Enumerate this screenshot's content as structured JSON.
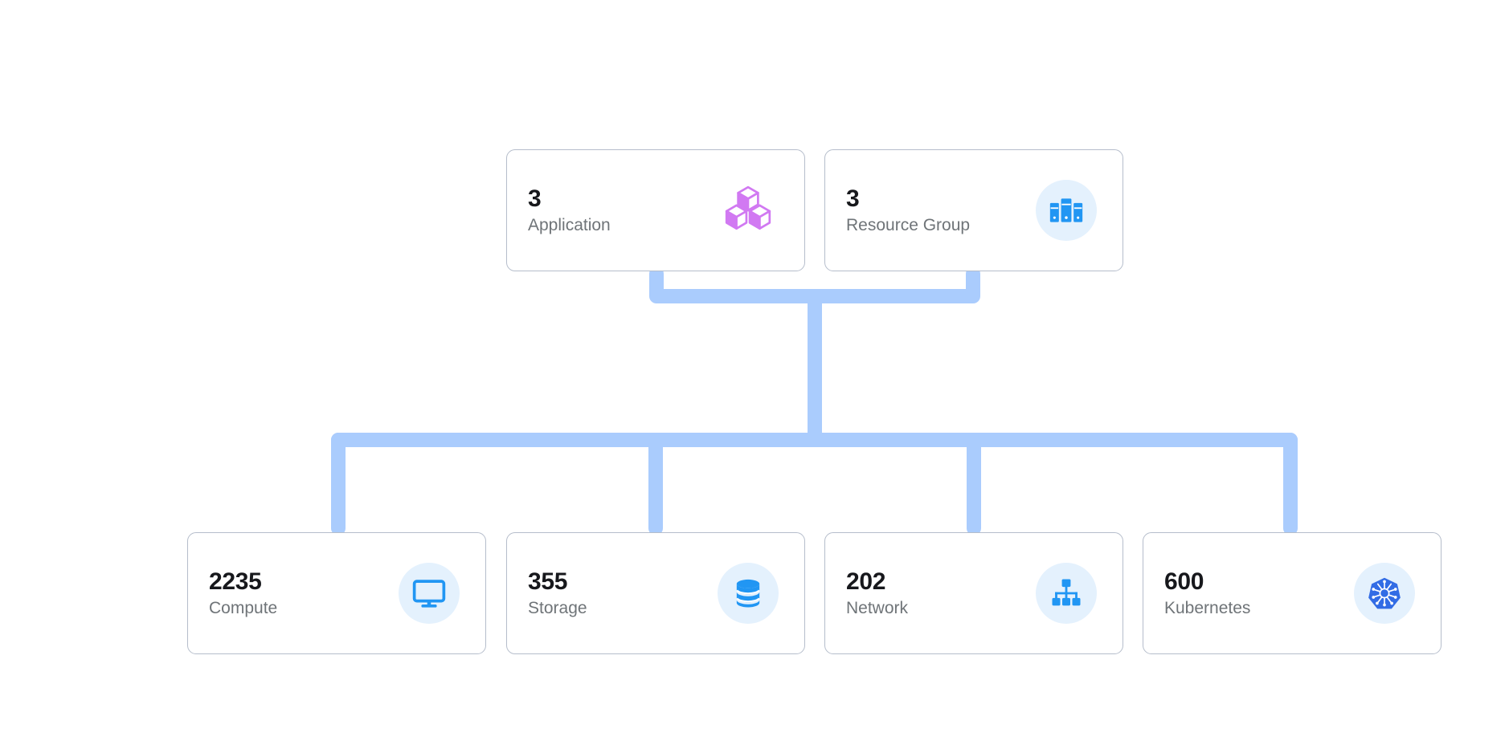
{
  "diagram": {
    "type": "hierarchy-tree",
    "connector_color": "#aaccfd",
    "card_border_color": "#b5bdcb",
    "card_background": "#ffffff",
    "icon_circle_color": "#e4f1fd",
    "value_color": "#17181c",
    "label_color": "#6f7478",
    "levels": [
      {
        "level": 1,
        "cards": [
          {
            "value": "3",
            "label": "Application",
            "icon": "cubes-icon",
            "icon_color": "#d179f2",
            "icon_circle": false
          },
          {
            "value": "3",
            "label": "Resource Group",
            "icon": "server-rack-icon",
            "icon_color": "#2196f3",
            "icon_circle": true
          }
        ]
      },
      {
        "level": 2,
        "cards": [
          {
            "value": "2235",
            "label": "Compute",
            "icon": "monitor-icon",
            "icon_color": "#2196f3",
            "icon_circle": true
          },
          {
            "value": "355",
            "label": "Storage",
            "icon": "database-icon",
            "icon_color": "#2196f3",
            "icon_circle": true
          },
          {
            "value": "202",
            "label": "Network",
            "icon": "sitemap-icon",
            "icon_color": "#2196f3",
            "icon_circle": true
          },
          {
            "value": "600",
            "label": "Kubernetes",
            "icon": "kubernetes-icon",
            "icon_color": "#326ce5",
            "icon_circle": true
          }
        ]
      }
    ]
  }
}
